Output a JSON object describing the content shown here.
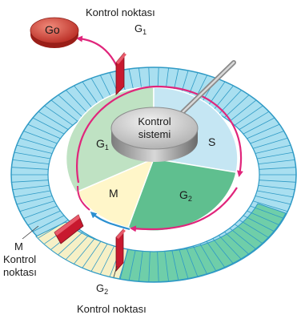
{
  "labels": {
    "go": "Go",
    "top_checkpoint": "Kontrol noktası",
    "g1_gate": "G",
    "g1_gate_sub": "1",
    "core_line1": "Kontrol",
    "core_line2": "sistemi",
    "phase_g1": "G",
    "phase_g1_sub": "1",
    "phase_s": "S",
    "phase_g2": "G",
    "phase_g2_sub": "2",
    "phase_m": "M",
    "m_checkpoint_line1": "M",
    "m_checkpoint_line2": "Kontrol",
    "m_checkpoint_line3": "noktası",
    "g2_gate": "G",
    "g2_gate_sub": "2",
    "bottom_checkpoint": "Kontrol noktası"
  },
  "colors": {
    "ring_outer": "#a9dff0",
    "ring_lines": "#2f9ac5",
    "ring_g2": "#6fcea9",
    "ring_m": "#f6f0c6",
    "g1_sector": "#bfe2c3",
    "s_sector": "#c5e6f3",
    "g2_sector": "#5fbf8f",
    "m_sector": "#fff6c9",
    "arrows": "#e0257b",
    "blue_arrow": "#2a8fd0",
    "gates": "#c8192f",
    "go_disk": "#c8392f",
    "control_disk": "#c9c9c9"
  }
}
